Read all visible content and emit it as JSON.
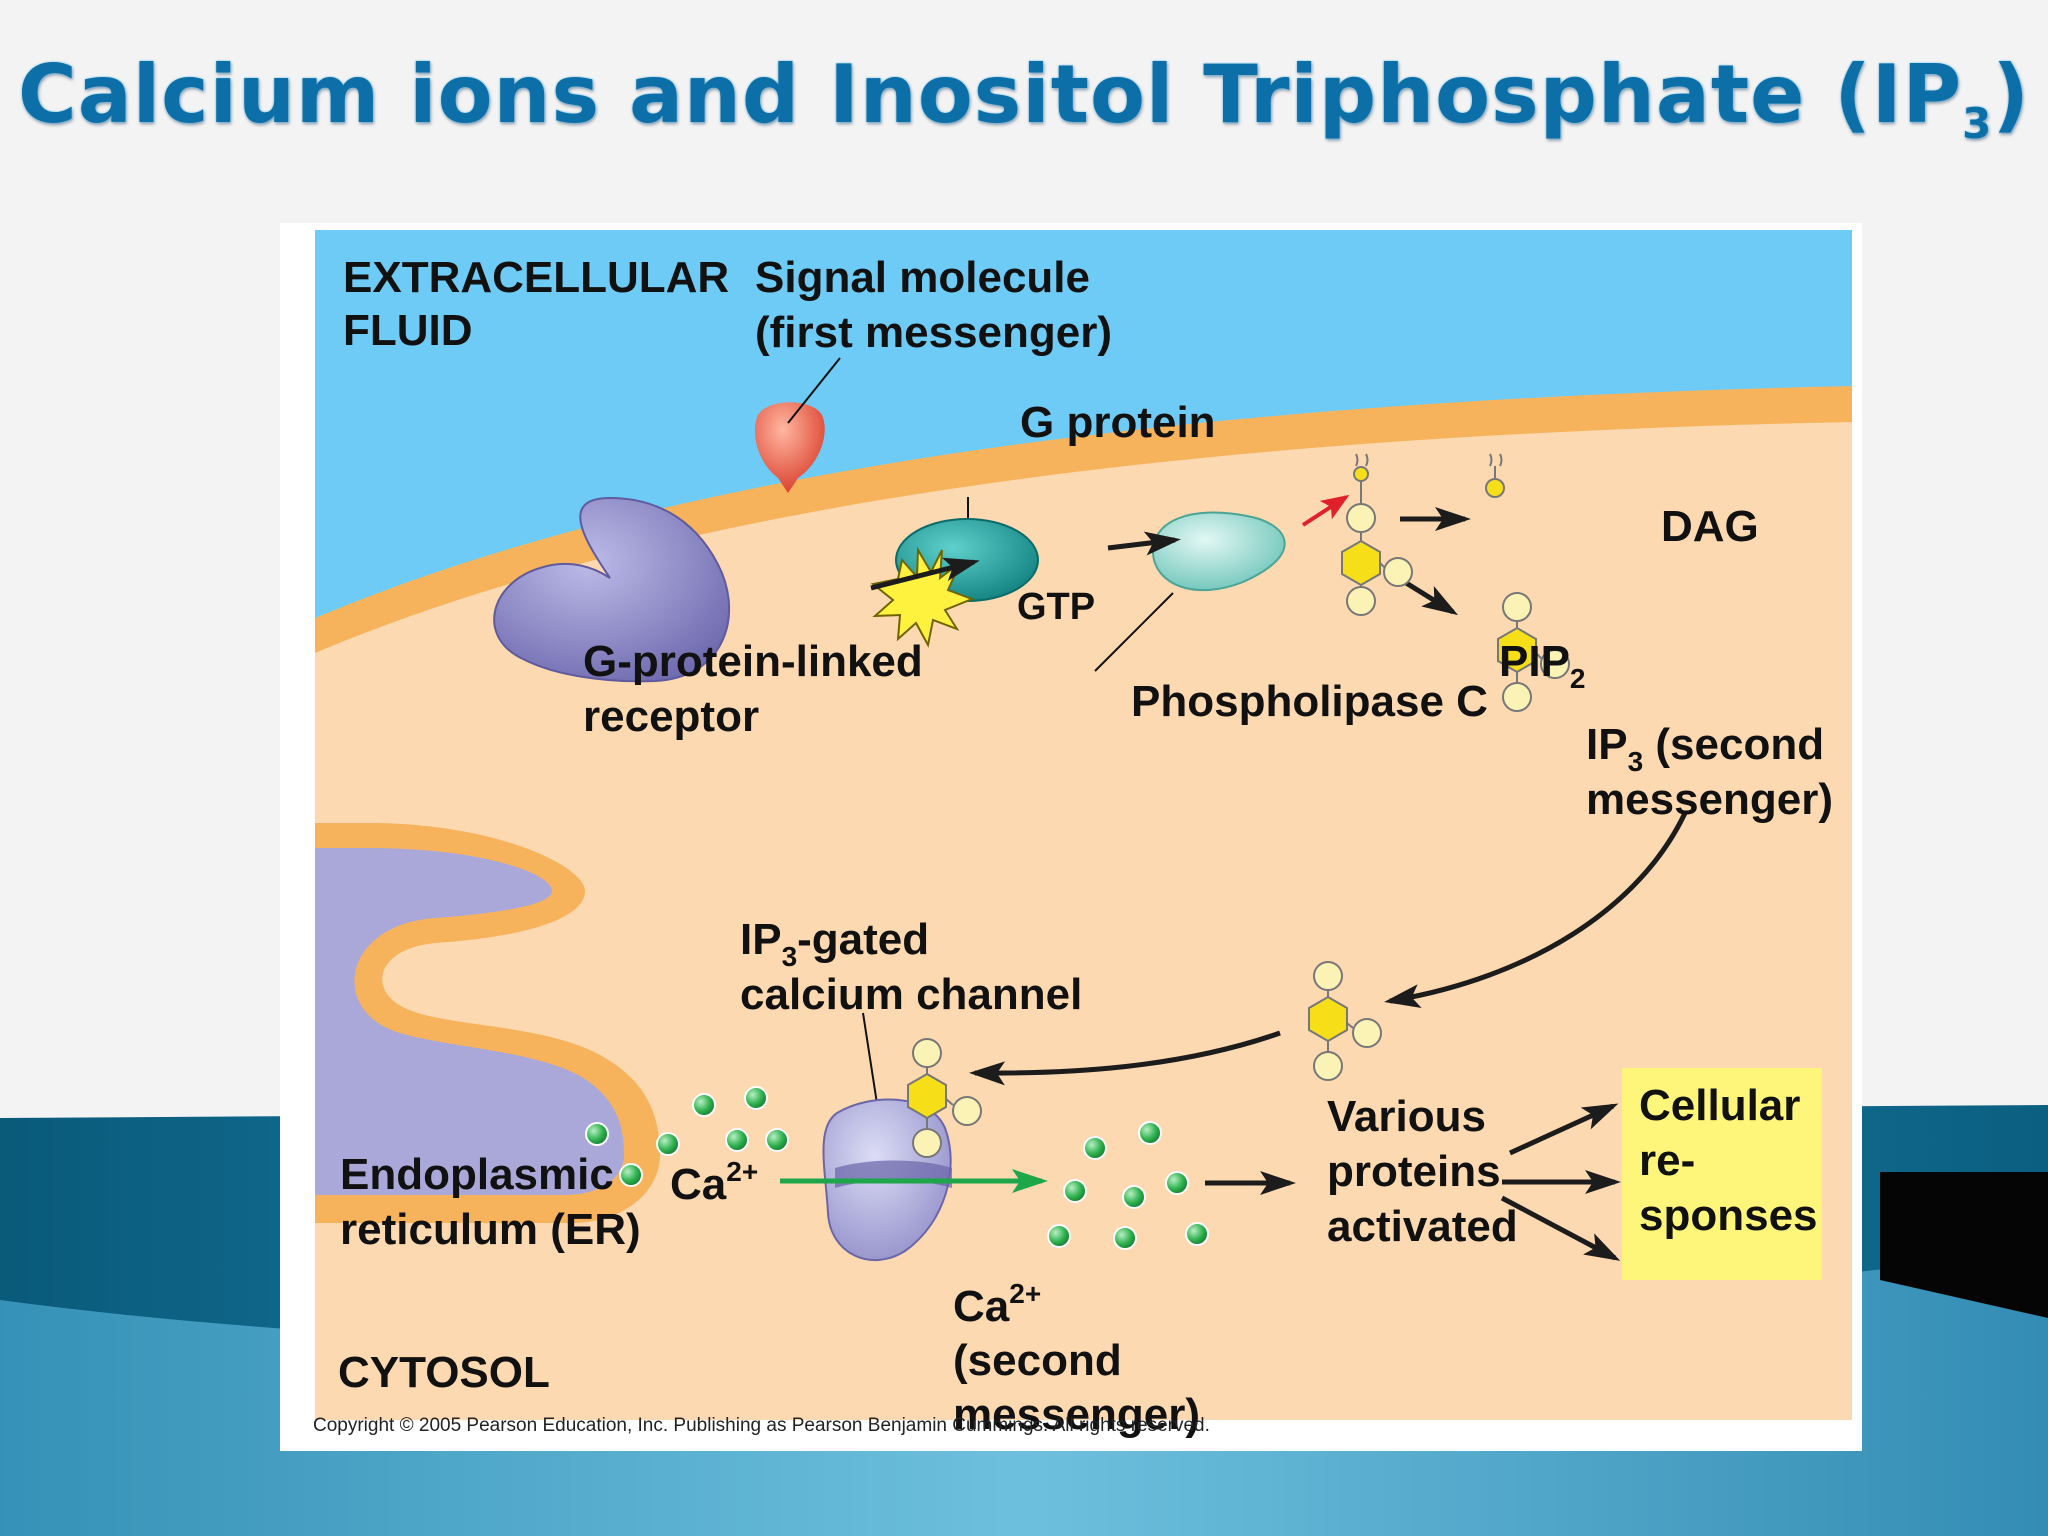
{
  "slide": {
    "title": "Calcium ions and Inositol Triphosphate (IP",
    "title_subscript": "3",
    "title_close": ")",
    "colors": {
      "title": "#0d6fa8",
      "background": "#f3f3f3",
      "wave_dark": "#0b5f80",
      "wave_light": "#59b4d6"
    }
  },
  "diagram": {
    "colors": {
      "extracellular": "#6ecbf5",
      "membrane": "#f7b35c",
      "cytosol": "#fdd9b1",
      "er_lumen": "#aaa8d8",
      "receptor": "#8f8cc7",
      "g_protein": "#18a09d",
      "phospholipase": "#8fd8cf",
      "ip3": "#f6df18",
      "calcium": "#2fb14f",
      "response_box": "#fdf67a"
    },
    "labels": {
      "extracellular_1": "EXTRACELLULAR",
      "extracellular_2": "FLUID",
      "signal_1": "Signal molecule",
      "signal_2": "(first messenger)",
      "g_protein": "G protein",
      "gtp": "GTP",
      "dag": "DAG",
      "receptor_1": "G-protein-linked",
      "receptor_2": "receptor",
      "phospholipase": "Phospholipase C",
      "pip": "PIP",
      "pip_sub": "2",
      "ip3_pre": "IP",
      "ip3_sub": "3",
      "ip3_rest": " (second",
      "ip3_2": "messenger)",
      "channel_pre": "IP",
      "channel_sub": "3",
      "channel_rest": "-gated",
      "channel_2": "calcium channel",
      "er_1": "Endoplasmic",
      "er_2": "reticulum (ER)",
      "ca_er": "Ca",
      "ca_er_sup": "2+",
      "ca_out": "Ca",
      "ca_out_sup": "2+",
      "ca_out_2": "(second",
      "ca_out_3": "messenger)",
      "proteins_1": "Various",
      "proteins_2": "proteins",
      "proteins_3": "activated",
      "responses_1": "Cellular",
      "responses_2": "re-",
      "responses_3": "sponses",
      "cytosol": "CYTOSOL"
    },
    "copyright": "Copyright © 2005 Pearson Education, Inc. Publishing as Pearson Benjamin Cummings. All rights reserved."
  }
}
